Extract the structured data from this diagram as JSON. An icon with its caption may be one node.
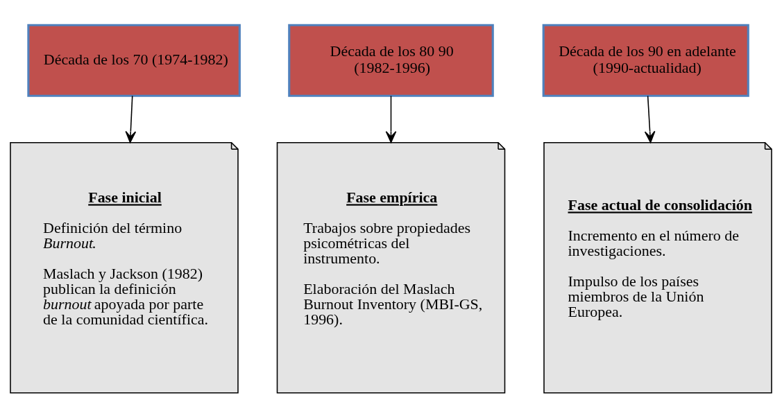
{
  "diagram": {
    "nodes": [
      {
        "text": [
          "Década de los 70 (1974-1982)"
        ]
      },
      {
        "text": [
          "Década de los 80 90 (1982-1996)"
        ]
      },
      {
        "text": [
          "Década de los 90 en adelante (1990-actualidad)"
        ]
      },
      {
        "text": [
          "Fase inicial",
          "Definición del término *Burnout*.",
          "Maslach y Jackson (1982) publican la definición *burnout* apoyada por parte de la comunidad científica."
        ]
      },
      {
        "text": [
          "Fase empírica",
          "Trabajos sobre propiedades psicométricas del instrumento.",
          "Elaboración del Maslach Burnout Inventory (MBI-GS, 1996)."
        ]
      },
      {
        "text": [
          "Fase actual de consolidación",
          "Incremento en el número de investigaciones.",
          "Impulso de los países miembros de la Unión Europea."
        ]
      }
    ],
    "edges": [
      {
        "from": 0,
        "to": 3,
        "arrow": "to"
      },
      {
        "from": 1,
        "to": 4,
        "arrow": "to"
      },
      {
        "from": 2,
        "to": 5,
        "arrow": "to"
      }
    ]
  }
}
